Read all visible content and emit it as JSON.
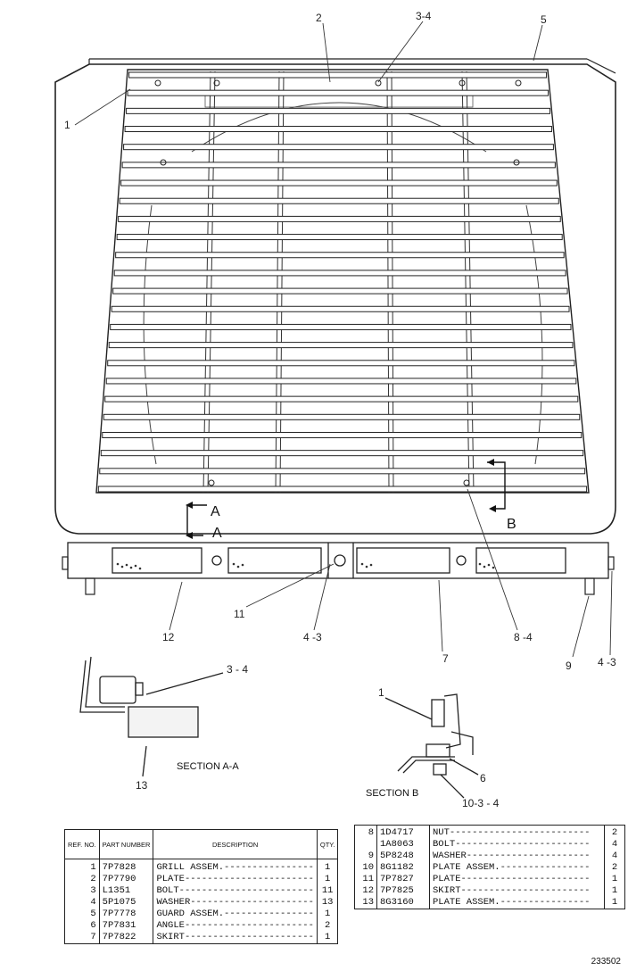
{
  "callouts": {
    "c1": "1",
    "c2": "2",
    "c34": "3-4",
    "c5": "5",
    "c12": "12",
    "c11": "11",
    "c43a": "4 -3",
    "c7": "7",
    "c84": "8 -4",
    "c9": "9",
    "c43b": "4 -3",
    "c34b": "3 - 4",
    "c13": "13",
    "c1b": "1",
    "c6": "6",
    "c1034": "10-3 - 4"
  },
  "section_marks": {
    "a": "A",
    "b": "B"
  },
  "section_titles": {
    "aa": "SECTION A-A",
    "b": "SECTION B"
  },
  "table_left": {
    "headers": {
      "ref": "REF. NO.",
      "part": "PART NUMBER",
      "desc": "DESCRIPTION",
      "qty": "QTY."
    },
    "rows": [
      {
        "ref": "1",
        "part": "7P7828",
        "desc": "GRILL ASSEM.----------------",
        "qty": "1"
      },
      {
        "ref": "2",
        "part": "7P7790",
        "desc": "PLATE-----------------------",
        "qty": "1"
      },
      {
        "ref": "3",
        "part": "L1351",
        "desc": "BOLT------------------------",
        "qty": "11"
      },
      {
        "ref": "4",
        "part": "5P1075",
        "desc": "WASHER----------------------",
        "qty": "13"
      },
      {
        "ref": "5",
        "part": "7P7778",
        "desc": "GUARD ASSEM.----------------",
        "qty": "1"
      },
      {
        "ref": "6",
        "part": "7P7831",
        "desc": "ANGLE-----------------------",
        "qty": "2"
      },
      {
        "ref": "7",
        "part": "7P7822",
        "desc": "SKIRT-----------------------",
        "qty": "1"
      }
    ]
  },
  "table_right": {
    "rows": [
      {
        "ref": "8",
        "part": "1D4717",
        "desc": "NUT-------------------------",
        "qty": "2"
      },
      {
        "ref": "",
        "part": "1A8063",
        "desc": "BOLT------------------------",
        "qty": "4"
      },
      {
        "ref": "9",
        "part": "5P8248",
        "desc": "WASHER----------------------",
        "qty": "4"
      },
      {
        "ref": "10",
        "part": "8G1182",
        "desc": "PLATE ASSEM.----------------",
        "qty": "2"
      },
      {
        "ref": "11",
        "part": "7P7827",
        "desc": "PLATE-----------------------",
        "qty": "1"
      },
      {
        "ref": "12",
        "part": "7P7825",
        "desc": "SKIRT-----------------------",
        "qty": "1"
      },
      {
        "ref": "13",
        "part": "8G3160",
        "desc": "PLATE ASSEM.----------------",
        "qty": "1"
      }
    ]
  },
  "drawing_code": "233502"
}
